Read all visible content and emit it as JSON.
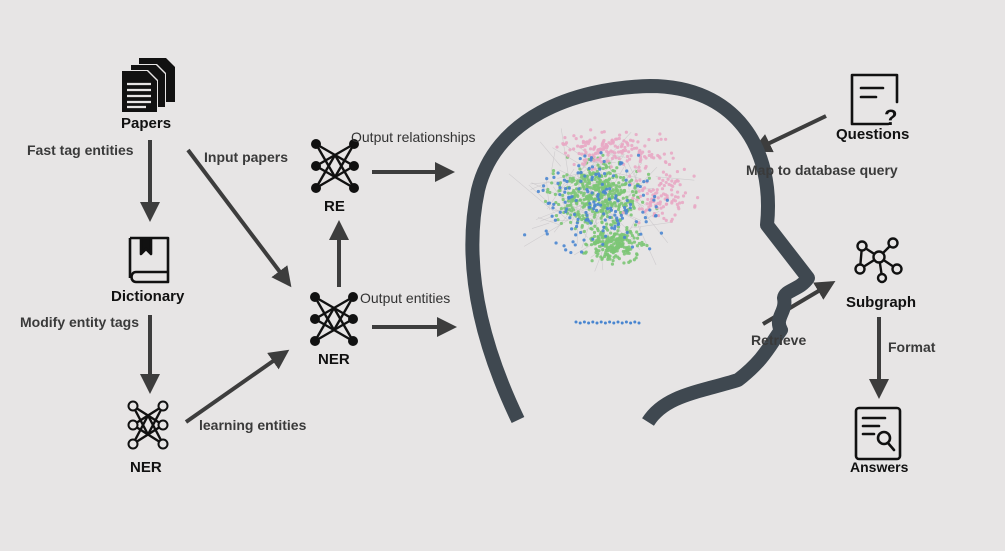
{
  "nodes": {
    "papers": "Papers",
    "dictionary": "Dictionary",
    "ner_small": "NER",
    "re": "RE",
    "ner_main": "NER",
    "questions": "Questions",
    "subgraph": "Subgraph",
    "answers": "Answers"
  },
  "edges": {
    "fast_tag": "Fast tag entities",
    "modify_tags": "Modify entity tags",
    "learning_entities": "learning entities",
    "input_papers": "Input papers",
    "output_relationships": "Output relationships",
    "output_entities": "Output entities",
    "map_query": "Map to database query",
    "retrieve": "Retrieve",
    "format": "Format"
  },
  "icons": {
    "papers": "documents-icon",
    "dictionary": "book-icon",
    "ner": "neural-network-icon",
    "head": "head-silhouette-icon",
    "questions": "question-note-icon",
    "subgraph": "graph-icon",
    "answers": "report-search-icon"
  },
  "colors": {
    "background": "#e7e5e5",
    "arrow": "#3d3d3d",
    "head_outline": "#3f4850",
    "node_green": "#7cc576",
    "node_pink": "#e8a9c4",
    "node_blue": "#4a86d0"
  }
}
